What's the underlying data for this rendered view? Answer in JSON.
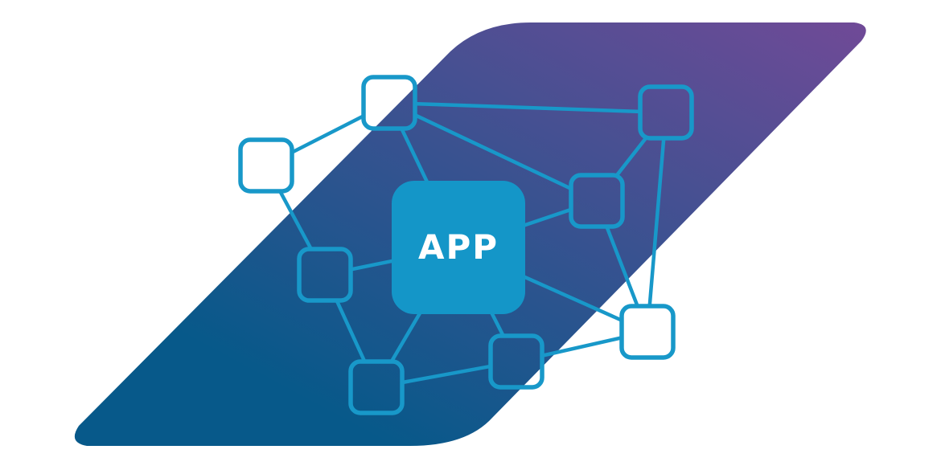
{
  "diagram": {
    "center_label": "APP",
    "colors": {
      "gradient_start": "#07598a",
      "gradient_end": "#704a97",
      "node_stroke": "#1898c9",
      "app_fill": "#1496c8",
      "app_text": "#ffffff"
    },
    "nodes": [
      {
        "id": "n1",
        "kind": "square"
      },
      {
        "id": "n2",
        "kind": "square"
      },
      {
        "id": "n3",
        "kind": "square"
      },
      {
        "id": "n4",
        "kind": "square"
      },
      {
        "id": "n5",
        "kind": "square"
      },
      {
        "id": "n6",
        "kind": "square"
      },
      {
        "id": "n7",
        "kind": "square"
      },
      {
        "id": "n8",
        "kind": "square"
      },
      {
        "id": "app",
        "kind": "app"
      }
    ],
    "edges": [
      [
        "n2",
        "n1"
      ],
      [
        "n1",
        "n3"
      ],
      [
        "n1",
        "app"
      ],
      [
        "n1",
        "n4"
      ],
      [
        "n2",
        "n5"
      ],
      [
        "n5",
        "app"
      ],
      [
        "n5",
        "n8"
      ],
      [
        "n8",
        "app"
      ],
      [
        "n8",
        "n7"
      ],
      [
        "n7",
        "app"
      ],
      [
        "n7",
        "n6"
      ],
      [
        "app",
        "n4"
      ],
      [
        "app",
        "n6"
      ],
      [
        "n3",
        "n4"
      ],
      [
        "n3",
        "n6"
      ],
      [
        "n4",
        "n6"
      ]
    ]
  }
}
